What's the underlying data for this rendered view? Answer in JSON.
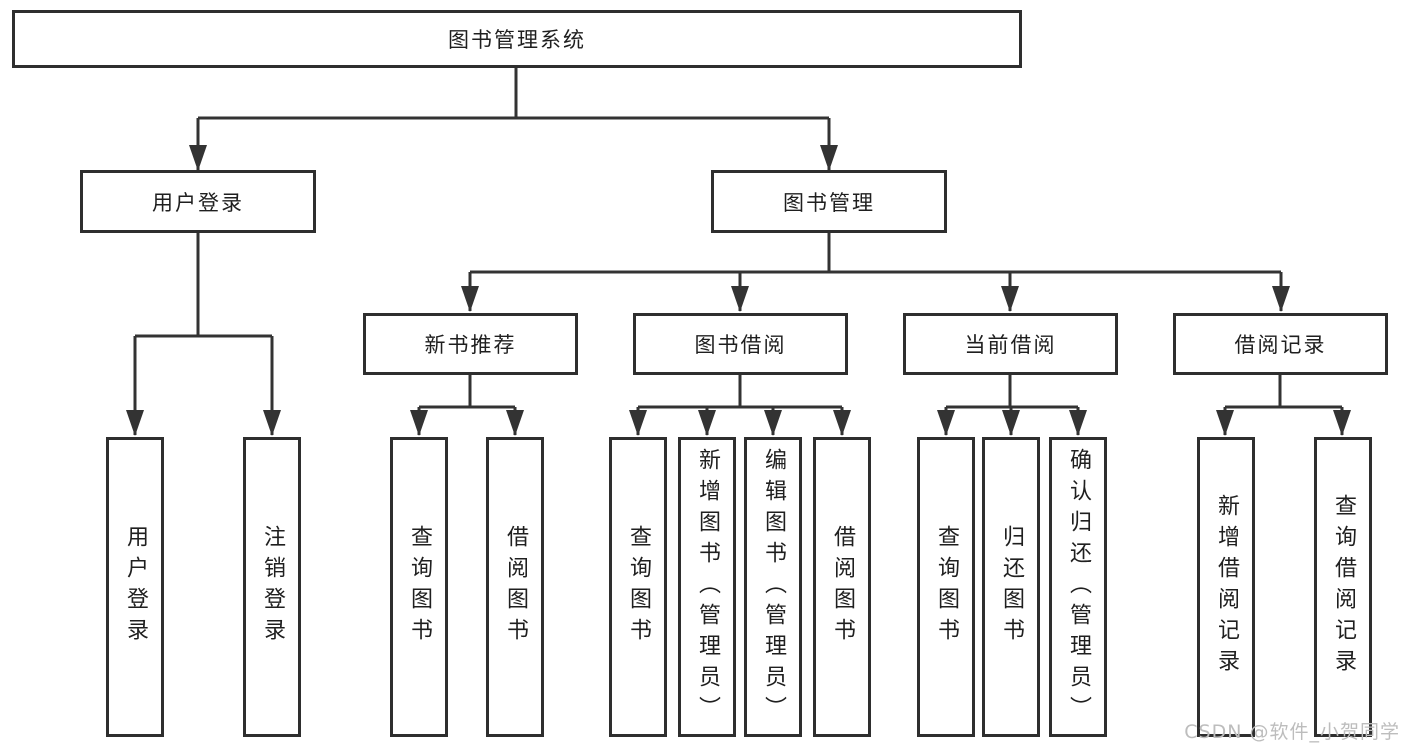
{
  "diagram": {
    "root": {
      "label": "图书管理系统"
    },
    "branches": [
      {
        "label": "用户登录",
        "children": [
          {
            "label": "用户登录"
          },
          {
            "label": "注销登录"
          }
        ]
      },
      {
        "label": "图书管理",
        "children": [
          {
            "label": "新书推荐",
            "children": [
              {
                "label": "查询图书"
              },
              {
                "label": "借阅图书"
              }
            ]
          },
          {
            "label": "图书借阅",
            "children": [
              {
                "label": "查询图书"
              },
              {
                "label": "新增图书（管理员）"
              },
              {
                "label": "编辑图书（管理员）"
              },
              {
                "label": "借阅图书"
              }
            ]
          },
          {
            "label": "当前借阅",
            "children": [
              {
                "label": "查询图书"
              },
              {
                "label": "归还图书"
              },
              {
                "label": "确认归还（管理员）"
              }
            ]
          },
          {
            "label": "借阅记录",
            "children": [
              {
                "label": "新增借阅记录"
              },
              {
                "label": "查询借阅记录"
              }
            ]
          }
        ]
      }
    ]
  },
  "watermark": {
    "text": "CSDN @软件_小贺同学"
  },
  "colors": {
    "background": "#ffffff",
    "box_border": "#2e2e2e",
    "line": "#333333",
    "text": "#1f1f1f",
    "watermark": "#bdbdbd"
  }
}
